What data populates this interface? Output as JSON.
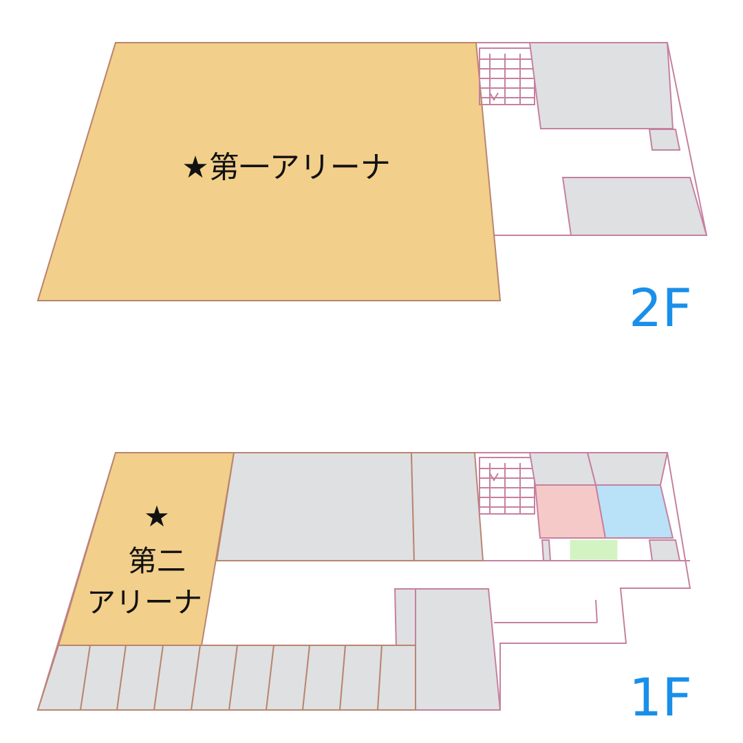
{
  "floors": [
    {
      "label": "2F",
      "highlight": {
        "label": "★第一アリーナ"
      }
    },
    {
      "label": "1F",
      "highlight": {
        "star": "★",
        "line1": "第二",
        "line2": "アリーナ"
      }
    }
  ],
  "colors": {
    "arena_fill": "#f2cf8a",
    "room_fill": "#dfe0e1",
    "wall_stroke": "#c5809f",
    "room_edge": "#b9856f",
    "floor_label": "#1a8fea",
    "room_pink": "#f6c9c9",
    "room_blue": "#b9e1f7",
    "room_green": "#d4f3c3"
  }
}
